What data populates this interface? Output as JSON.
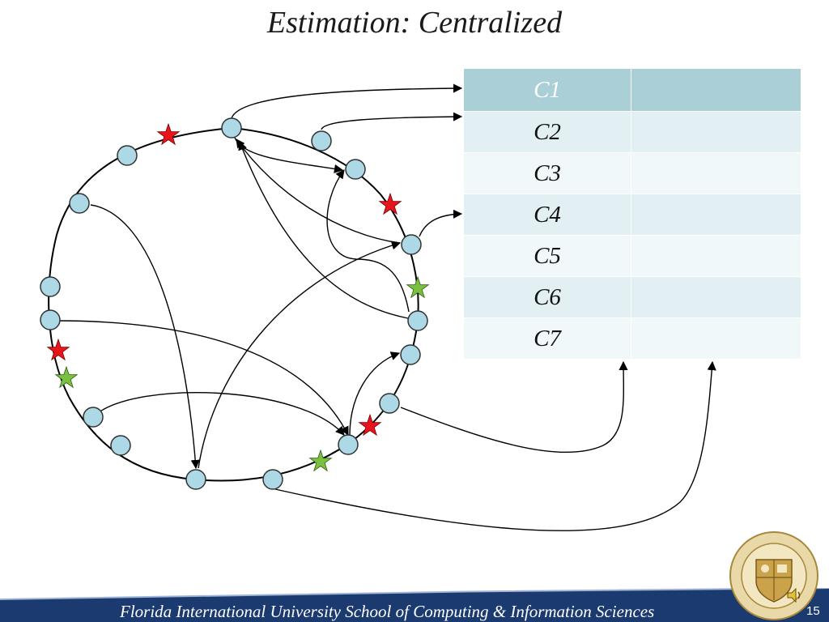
{
  "slide": {
    "title": "Estimation: Centralized"
  },
  "table": {
    "rows": [
      {
        "label": "C1",
        "value": ""
      },
      {
        "label": "C2",
        "value": ""
      },
      {
        "label": "C3",
        "value": ""
      },
      {
        "label": "C4",
        "value": ""
      },
      {
        "label": "C5",
        "value": ""
      },
      {
        "label": "C6",
        "value": ""
      },
      {
        "label": "C7",
        "value": ""
      }
    ]
  },
  "footer": {
    "text": "Florida International University School of Computing & Information Sciences",
    "page_number": "15"
  },
  "colors": {
    "node_fill": "#add8e6",
    "red_star": "#e8141c",
    "green_star": "#7ac142",
    "table_header": "#aacfd6",
    "footer_band": "#1b3a70"
  }
}
